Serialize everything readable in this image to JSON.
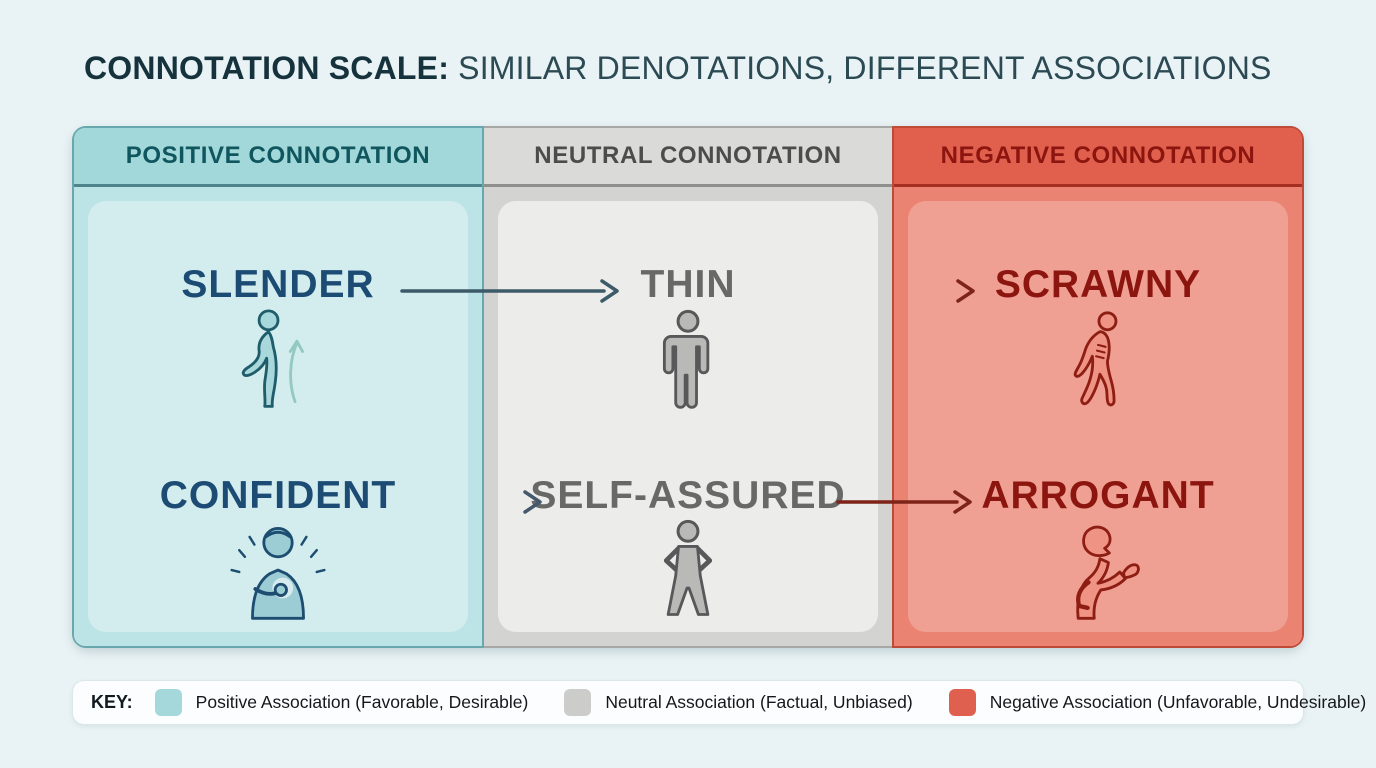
{
  "title": {
    "lead": "CONNOTATION SCALE:",
    "rest": " SIMILAR DENOTATIONS, DIFFERENT ASSOCIATIONS"
  },
  "columns": [
    {
      "header": "POSITIVE CONNOTATION",
      "accent": "#a4d8da",
      "words": [
        {
          "text": "SLENDER",
          "icon": "slender-figure-icon"
        },
        {
          "text": "CONFIDENT",
          "icon": "confident-person-icon"
        }
      ]
    },
    {
      "header": "NEUTRAL CONNOTATION",
      "accent": "#d6d6d4",
      "words": [
        {
          "text": "THIN",
          "icon": "thin-figure-icon"
        },
        {
          "text": "SELF-ASSURED",
          "icon": "self-assured-figure-icon"
        }
      ]
    },
    {
      "header": "NEGATIVE CONNOTATION",
      "accent": "#e0604d",
      "words": [
        {
          "text": "SCRAWNY",
          "icon": "scrawny-figure-icon"
        },
        {
          "text": "ARROGANT",
          "icon": "arrogant-figure-icon"
        }
      ]
    }
  ],
  "key": {
    "label": "KEY:",
    "items": [
      {
        "label": "Positive Association (Favorable, Desirable)",
        "color": "#a4d8da"
      },
      {
        "label": "Neutral Association (Factual, Unbiased)",
        "color": "#cccccb"
      },
      {
        "label": "Negative Association (Unfavorable, Undesirable)",
        "color": "#df604e"
      }
    ]
  },
  "colors": {
    "page_background": "#e9f3f5",
    "positive_header": "#a3d8da",
    "positive_panel": "#d3edee",
    "positive_text": "#1c4b74",
    "neutral_header": "#dadad8",
    "neutral_panel": "#ececea",
    "neutral_text": "#686866",
    "negative_header": "#e0604d",
    "negative_panel": "#f0a093",
    "negative_text": "#8c150f"
  }
}
